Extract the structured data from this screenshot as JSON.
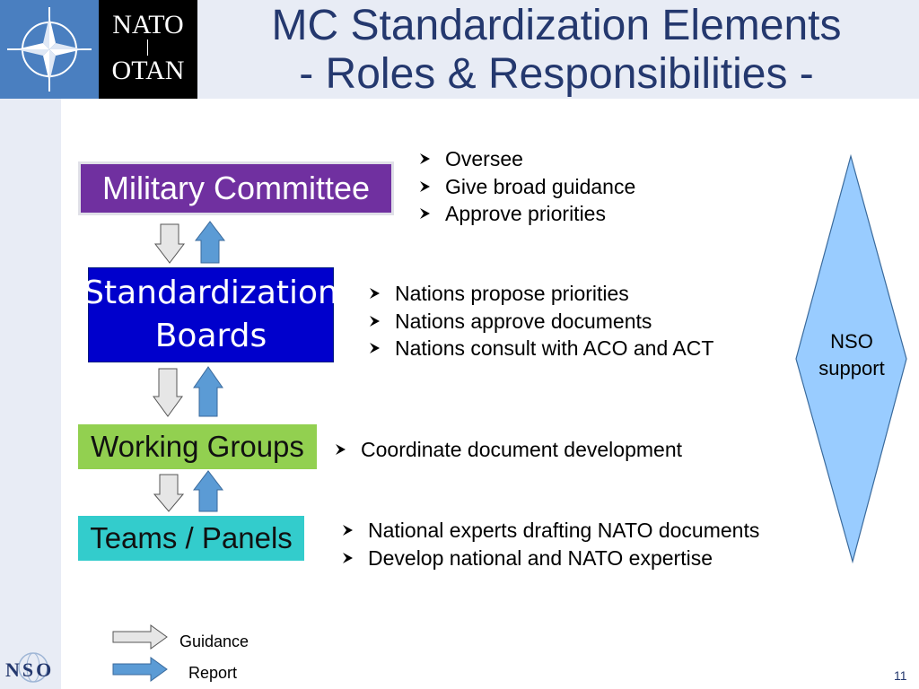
{
  "header": {
    "logo": {
      "line1": "NATO",
      "line2": "OTAN"
    },
    "title_line1": "MC Standardization Elements",
    "title_line2": "- Roles & Responsibilities -"
  },
  "boxes": {
    "military_committee": "Military Committee",
    "standardization_boards_line1": "Standardization",
    "standardization_boards_line2": "Boards",
    "working_groups": "Working Groups",
    "teams_panels": "Teams / Panels"
  },
  "bullets": {
    "military_committee": [
      "Oversee",
      "Give broad guidance",
      "Approve priorities"
    ],
    "standardization_boards": [
      "Nations propose priorities",
      "Nations approve documents",
      "Nations consult with ACO and ACT"
    ],
    "working_groups": [
      "Coordinate document development"
    ],
    "teams_panels": [
      "National experts drafting NATO documents",
      "Develop national and NATO expertise"
    ]
  },
  "nso_support": {
    "line1": "NSO",
    "line2": "support"
  },
  "legend": {
    "guidance": "Guidance",
    "report": "Report"
  },
  "footer": {
    "logo_text": "NSO",
    "page_number": "11"
  },
  "colors": {
    "title": "#24386e",
    "military_committee": "#7030a0",
    "standardization_boards": "#0000cc",
    "working_groups": "#92d050",
    "teams_panels": "#33cccc",
    "report_arrow": "#5b9bd5",
    "guidance_arrow": "#e6e6e6",
    "nso_diamond": "#99ccff"
  }
}
